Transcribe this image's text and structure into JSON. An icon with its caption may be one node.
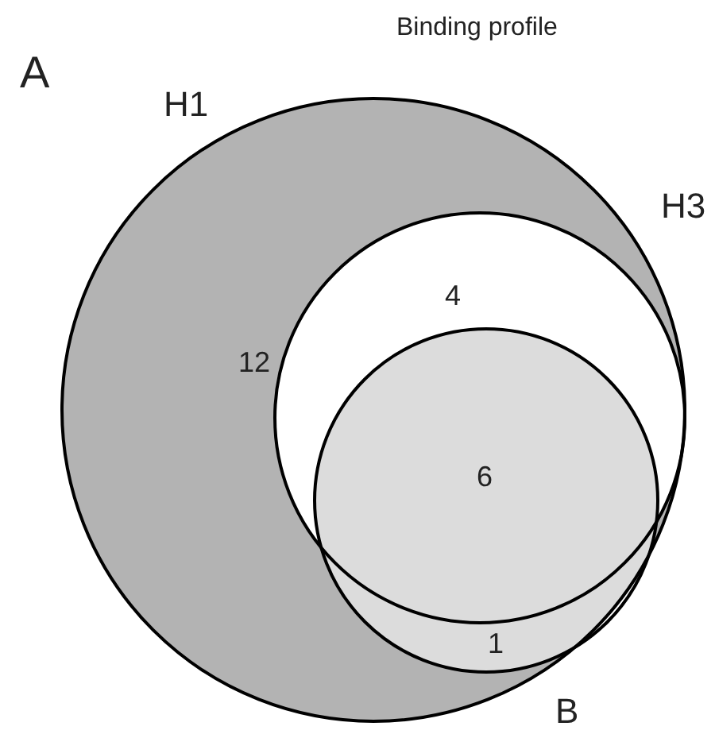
{
  "diagram": {
    "title": "Binding profile",
    "nodes": [
      {
        "text": [
          "H1",
          "12"
        ]
      },
      {
        "text": [
          "H3",
          "4"
        ],
        "in": 0
      },
      {
        "text": [
          "B",
          "1"
        ],
        "in": 0
      }
    ],
    "edges": [],
    "labels": [
      "A",
      "6"
    ]
  }
}
